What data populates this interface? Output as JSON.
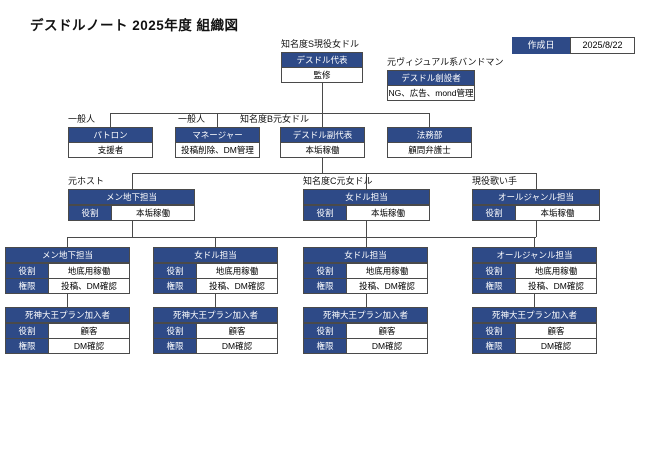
{
  "title": "デスドルノート 2025年度 組織図",
  "colors": {
    "header_bg": "#2e4a87",
    "line": "#4a4a4a",
    "text": "#111111"
  },
  "date": {
    "label": "作成日",
    "value": "2025/8/22"
  },
  "org": {
    "level1": [
      {
        "tag": "知名度S現役女ドル",
        "name": "デスドル代表",
        "role": "監修"
      },
      {
        "tag": "元ヴィジュアル系バンドマン",
        "name": "デスドル創設者",
        "role": "NG、広告、mond管理"
      }
    ],
    "level2": [
      {
        "tag": "一般人",
        "name": "パトロン",
        "role": "支援者"
      },
      {
        "tag": "一般人",
        "name": "マネージャー",
        "role": "投稿削除、DM管理"
      },
      {
        "tag": "知名度B元女ドル",
        "name": "デスドル副代表",
        "role": "本垢稼働"
      },
      {
        "name": "法務部",
        "role": "顧問弁護士"
      }
    ],
    "level3": [
      {
        "tag": "元ホスト",
        "name": "メン地下担当",
        "role_label": "役割",
        "role": "本垢稼働"
      },
      {
        "tag": "知名度C元女ドル",
        "name": "女ドル担当",
        "role_label": "役割",
        "role": "本垢稼働"
      },
      {
        "tag": "現役歌い手",
        "name": "オールジャンル担当",
        "role_label": "役割",
        "role": "本垢稼働"
      }
    ],
    "level4": [
      {
        "name": "メン地下担当",
        "role_label": "役割",
        "role": "地底用稼働",
        "perm_label": "権限",
        "perm": "投稿、DM確認"
      },
      {
        "name": "女ドル担当",
        "role_label": "役割",
        "role": "地底用稼働",
        "perm_label": "権限",
        "perm": "投稿、DM確認"
      },
      {
        "name": "女ドル担当",
        "role_label": "役割",
        "role": "地底用稼働",
        "perm_label": "権限",
        "perm": "投稿、DM確認"
      },
      {
        "name": "オールジャンル担当",
        "role_label": "役割",
        "role": "地底用稼働",
        "perm_label": "権限",
        "perm": "投稿、DM確認"
      }
    ],
    "level5": [
      {
        "name": "死神大王プラン加入者",
        "role_label": "役割",
        "role": "顧客",
        "perm_label": "権限",
        "perm": "DM確認"
      },
      {
        "name": "死神大王プラン加入者",
        "role_label": "役割",
        "role": "顧客",
        "perm_label": "権限",
        "perm": "DM確認"
      },
      {
        "name": "死神大王プラン加入者",
        "role_label": "役割",
        "role": "顧客",
        "perm_label": "権限",
        "perm": "DM確認"
      },
      {
        "name": "死神大王プラン加入者",
        "role_label": "役割",
        "role": "顧客",
        "perm_label": "権限",
        "perm": "DM確認"
      }
    ]
  }
}
